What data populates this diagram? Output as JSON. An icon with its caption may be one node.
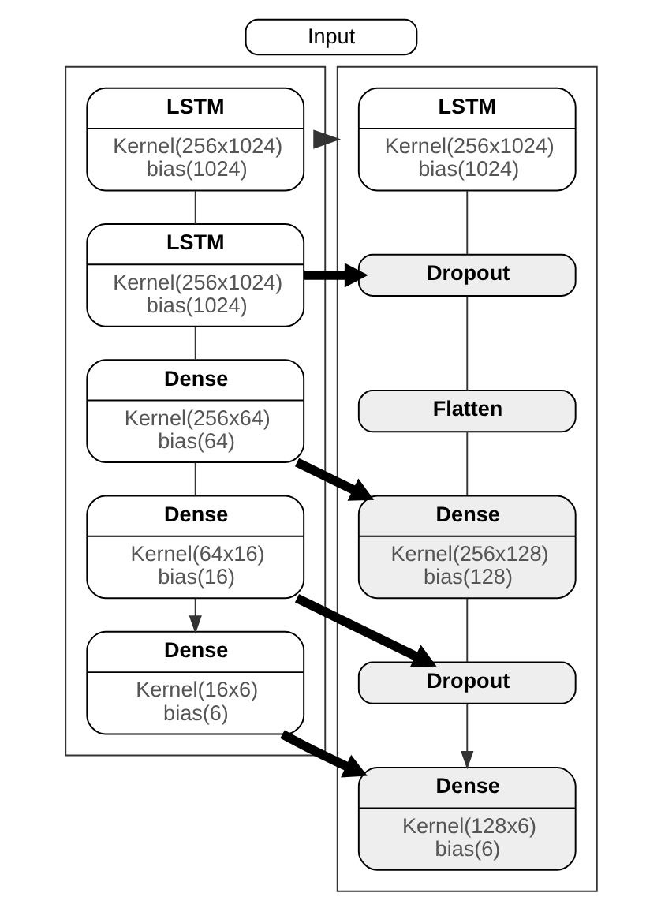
{
  "diagram": {
    "nodes": [
      {
        "text": [
          "Input"
        ]
      },
      {
        "text": [],
        "shape": "box"
      },
      {
        "text": [
          "LSTM",
          "Kernel(256x1024) bias(1024)"
        ],
        "in": 1
      },
      {
        "text": [
          "LSTM",
          "Kernel(256x1024) bias(1024)"
        ],
        "in": 1
      },
      {
        "text": [
          "Dense",
          "Kernel(256x64) bias(64)"
        ],
        "in": 1
      },
      {
        "text": [
          "Dense",
          "Kernel(64x16) bias(16)"
        ],
        "in": 1
      },
      {
        "text": [
          "Dense",
          "Kernel(16x6) bias(6)"
        ],
        "in": 1
      },
      {
        "text": [],
        "shape": "box"
      },
      {
        "text": [
          "LSTM",
          "Kernel(256x1024) bias(1024)"
        ],
        "in": 7
      },
      {
        "text": [
          "Dropout"
        ],
        "in": 7
      },
      {
        "text": [
          "Flatten"
        ],
        "in": 7
      },
      {
        "text": [
          "Dense",
          "Kernel(256x128) bias(128)"
        ],
        "in": 7
      },
      {
        "text": [
          "Dropout"
        ],
        "in": 7
      },
      {
        "text": [
          "Dense",
          "Kernel(128x6) bias(6)"
        ],
        "in": 7
      }
    ],
    "edges": [
      {
        "from": 1,
        "to": 7,
        "arrow": "to"
      },
      {
        "from": 2,
        "to": 3,
        "arrow": "none"
      },
      {
        "from": 3,
        "to": 4,
        "arrow": "none"
      },
      {
        "from": 4,
        "to": 5,
        "arrow": "none"
      },
      {
        "from": 5,
        "to": 6,
        "arrow": "to"
      },
      {
        "from": 8,
        "to": 9,
        "arrow": "none"
      },
      {
        "from": 9,
        "to": 10,
        "arrow": "none"
      },
      {
        "from": 10,
        "to": 11,
        "arrow": "none"
      },
      {
        "from": 11,
        "to": 12,
        "arrow": "none"
      },
      {
        "from": 12,
        "to": 13,
        "arrow": "to"
      },
      {
        "from": 3,
        "to": 9,
        "arrow": "to",
        "style": "thick"
      },
      {
        "from": 4,
        "to": 11,
        "arrow": "to",
        "style": "thick"
      },
      {
        "from": 5,
        "to": 12,
        "arrow": "to",
        "style": "thick"
      },
      {
        "from": 6,
        "to": 13,
        "arrow": "to",
        "style": "thick"
      }
    ]
  }
}
